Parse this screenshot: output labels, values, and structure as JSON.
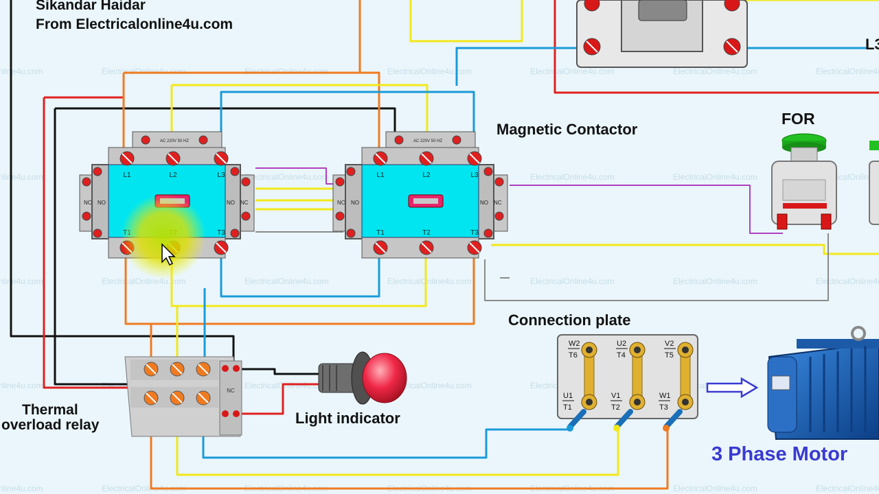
{
  "credit": {
    "author": "Sikandar Haidar",
    "source": "From Electricalonline4u.com"
  },
  "watermark_text": "ElectricalOnline4u.com",
  "labels": {
    "magnetic_contactor": "Magnetic Contactor",
    "connection_plate": "Connection plate",
    "thermal_relay_line1": "Thermal",
    "thermal_relay_line2": "overload relay",
    "light_indicator": "Light indicator",
    "motor": "3 Phase Motor",
    "for_button": "FOR",
    "line_l3": "L3"
  },
  "contactor": {
    "top_terminals": [
      "L1",
      "L2",
      "L3"
    ],
    "bottom_terminals": [
      "T1",
      "T2",
      "T3"
    ],
    "nc": "NC",
    "no": "NO",
    "coil_rating": "AC 220V 50 HZ"
  },
  "connection_plate": {
    "top": [
      {
        "a": "W2",
        "b": "T6"
      },
      {
        "a": "U2",
        "b": "T4"
      },
      {
        "a": "V2",
        "b": "T5"
      }
    ],
    "bottom": [
      {
        "a": "U1",
        "b": "T1"
      },
      {
        "a": "V1",
        "b": "T2"
      },
      {
        "a": "W1",
        "b": "T3"
      }
    ]
  },
  "colors": {
    "background": "#eaf6fb",
    "contactor_body": "#00e5f0",
    "wire_red": "#e02020",
    "wire_orange": "#f07a20",
    "wire_yellow": "#f3e81a",
    "wire_blue": "#1a9ad8",
    "wire_black": "#111111",
    "wire_purple": "#b040c0",
    "wire_gray": "#8a8a8a",
    "motor": "#1a5fb0",
    "for_button": "#22c022",
    "indicator_lamp": "#e8203a"
  }
}
